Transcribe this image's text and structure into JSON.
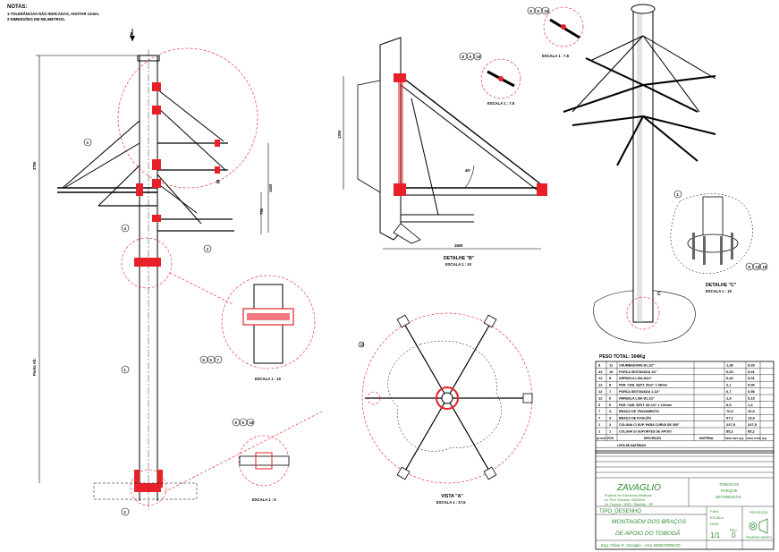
{
  "notes": {
    "title": "NOTAS:",
    "line1": "1-TOLERÂNCIAS NÃO INDICADAS, ADOTAR ±1mm.",
    "line2": "2-DIMENSÕES EM MILIMETROS."
  },
  "dimensions": {
    "overall_height": "3750",
    "column_height": "1400",
    "arm_spacing": "750",
    "lower_height": "Ponto Alt.",
    "detail_b_height": "1300",
    "detail_b_width": "1600",
    "detail_b_angle": "45°"
  },
  "balloons": {
    "b1": "1",
    "b2": "2",
    "b3": "3",
    "b4": "4",
    "b5": "5",
    "b6": "6",
    "b7": "7",
    "b8": "8",
    "b9": "9",
    "b10": "10",
    "b11": "11",
    "b12": "12"
  },
  "labels": {
    "view_arrow": "A",
    "detail_b_marker": "B",
    "detail_c_marker": "C",
    "detail_b_title": "DETALHE \"B\"",
    "detail_b_scale": "ESCALA 1 : 10",
    "detail_c_title": "DETALHE \"C\"",
    "detail_c_scale": "ESCALA 1 : 10",
    "vista_a_title": "VISTA \"A\"",
    "vista_a_scale": "ESCALA 1 : 17,5",
    "scale_75_a": "ESCALA 1 : 7.5",
    "scale_75_b": "ESCALA 1 : 7.5",
    "scale_10_small": "ESCALA 1 : 10",
    "scale_5": "ESCALA 1 : 5",
    "weight": "PESO TOTAL: 504Kg"
  },
  "bom": {
    "rows": [
      {
        "pos": "8",
        "qty": "11",
        "desc": "CHUMBADORS Ø1.1/2\"",
        "mat": "",
        "unit": "1,36",
        "total": "0,03"
      },
      {
        "pos": "42",
        "qty": "10",
        "desc": "PORCA SEXTAVADA 1/2\"",
        "mat": "",
        "unit": "0,02",
        "total": "0,01"
      },
      {
        "pos": "12",
        "qty": "8",
        "desc": "ARRUELA LISA Ø1/2\"",
        "mat": "",
        "unit": "0,42",
        "total": "0,01"
      },
      {
        "pos": "12",
        "qty": "8",
        "desc": "PAR. CAB. SEXT. Ø1/2\" x 38mm",
        "mat": "",
        "unit": "2,1",
        "total": "0,06"
      },
      {
        "pos": "12",
        "qty": "7",
        "desc": "PORCA SEXTAVADA 1.1/2\"",
        "mat": "",
        "unit": "0,7",
        "total": "0,56"
      },
      {
        "pos": "12",
        "qty": "6",
        "desc": "ARRUELA LISA Ø1.1/2\"",
        "mat": "",
        "unit": "1,8",
        "total": "0,13"
      },
      {
        "pos": "6",
        "qty": "5",
        "desc": "PAR. CAB. SEXT. Ø1.1/2\" x 102mm",
        "mat": "",
        "unit": "8,5",
        "total": "1,4"
      },
      {
        "pos": "7",
        "qty": "4",
        "desc": "BRAÇO DE TRAVAMENTO",
        "mat": "",
        "unit": "70,0",
        "total": "10,0"
      },
      {
        "pos": "7",
        "qty": "3",
        "desc": "BRAÇO DE FIXAÇÃO",
        "mat": "",
        "unit": "97,2",
        "total": "13,9"
      },
      {
        "pos": "1",
        "qty": "2",
        "desc": "COLUNA C/ SUP. PARA CURVA DE 365°",
        "mat": "",
        "unit": "247,5",
        "total": "247,5"
      },
      {
        "pos": "1",
        "qty": "1",
        "desc": "COLUNA S/ SUPORTES DE APOIO",
        "mat": "",
        "unit": "85,2",
        "total": "85,2"
      }
    ],
    "header": {
      "qty": "QUANT.",
      "pos": "POS.",
      "desc": "DESCRIÇÃO",
      "mat": "MATERIAL",
      "unit": "PESO UNIT. (Kg)",
      "total": "PESO TOTAL (Kg)"
    },
    "footer": "LISTA DE MATERIAIS"
  },
  "title_block": {
    "company": "ZAVAGLIO",
    "company_sub1": "Projetos em Estruturas Metálicas",
    "company_sub2": "Av. Prof. Eduardo, 000/0000",
    "company_sub3": "Jd. Tropical - 0000 - Ribeirão - SP",
    "client1": "TOBOGÃS",
    "client2": "PARQUE",
    "client3": "DETOBOGÃS",
    "doc_type": "TIPO_DESENHO",
    "title1": "MONTAGEM DOS BRAÇOS",
    "title2": "DE APOIO DO TOBOGÃ",
    "sheet": "1/1",
    "rev": "0",
    "folha_label": "Folha",
    "rev_label": "REV.",
    "escala": "ESCALA",
    "data_label": "DATA",
    "proj_label": "PROJEÇÃO",
    "proj_value": "PRIMEIRO DIEDRO",
    "engineer": "Eng. Fábio R. Zavaglio - crea 5060078896TD"
  },
  "colors": {
    "accent": "#e8202a",
    "title_green": "#2e8b2e",
    "ink": "#000000"
  }
}
